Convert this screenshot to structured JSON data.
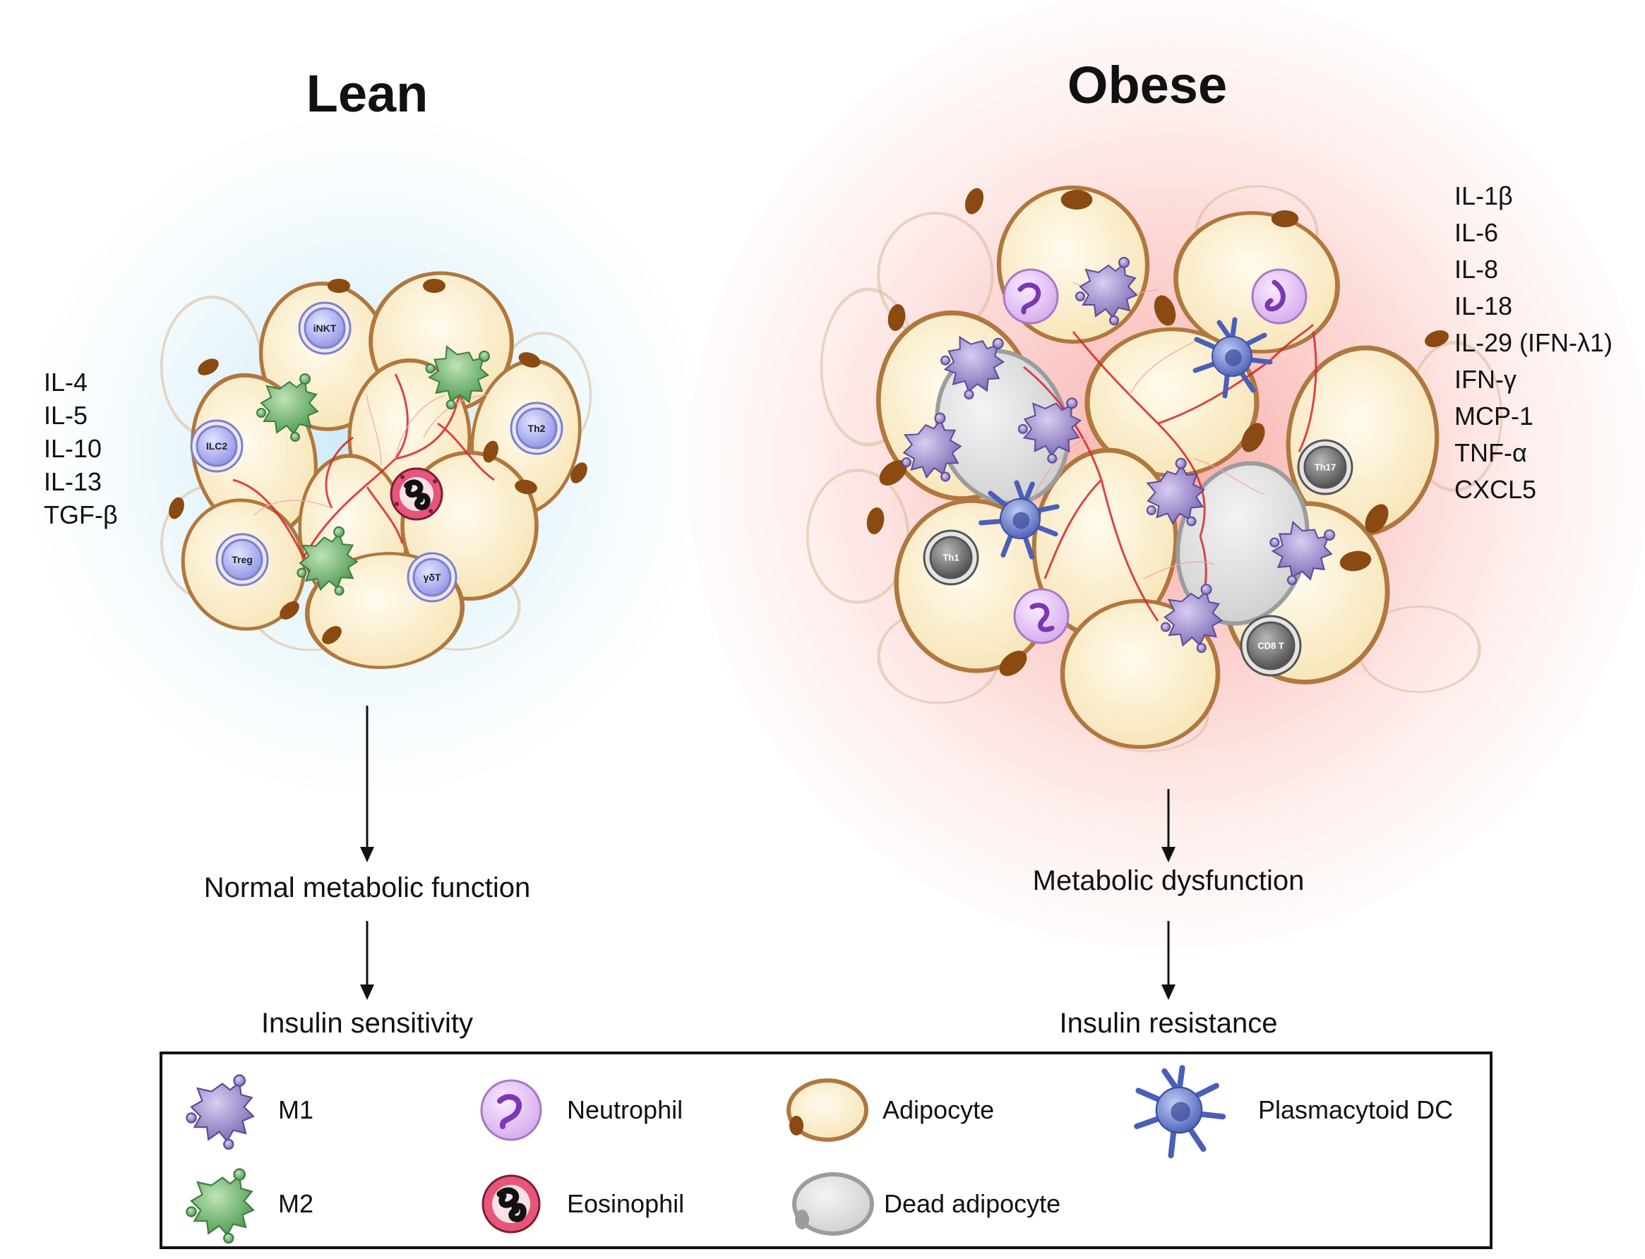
{
  "panels": {
    "lean": {
      "title": "Lean",
      "cytokines": [
        "IL-4",
        "IL-5",
        "IL-10",
        "IL-13",
        "TGF-β"
      ],
      "cell_labels": [
        "iNKT",
        "ILC2",
        "Th2",
        "Treg",
        "γδT"
      ],
      "outcome_1": "Normal metabolic function",
      "outcome_2": "Insulin sensitivity"
    },
    "obese": {
      "title": "Obese",
      "cytokines": [
        "IL-1β",
        "IL-6",
        "IL-8",
        "IL-18",
        "IL-29 (IFN-λ1)",
        "IFN-γ",
        "MCP-1",
        "TNF-α",
        "CXCL5"
      ],
      "cell_labels": [
        "Th17",
        "Th1",
        "CD8 T"
      ],
      "outcome_1": "Metabolic dysfunction",
      "outcome_2": "Insulin resistance"
    }
  },
  "legend": {
    "m1": "M1",
    "m2": "M2",
    "neutrophil": "Neutrophil",
    "eosinophil": "Eosinophil",
    "adipocyte": "Adipocyte",
    "dead_adipocyte": "Dead adipocyte",
    "pdc": "Plasmacytoid DC"
  },
  "colors": {
    "adipocyte_fill": "#fdf1d2",
    "adipocyte_edge": "#b0773e",
    "nucleus": "#8a4a12",
    "m1": "#8e7cc3",
    "m2": "#5fa65f",
    "neutrophil": "#e6c8f5",
    "eosinophil": "#e8557a",
    "t_cell_light": "#a8aaf0",
    "t_cell_dark": "#6e6e6e",
    "pdc": "#5a6ec9",
    "dead_adipocyte": "#e3e3e3",
    "vessel": "#d8242f"
  }
}
